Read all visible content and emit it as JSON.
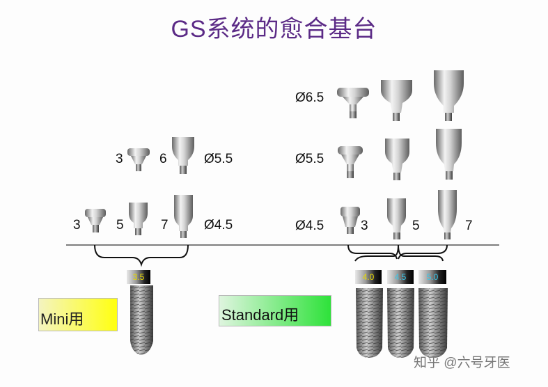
{
  "title": "GS系统的愈合基台",
  "mini": {
    "heights_row1": [
      "3",
      "6"
    ],
    "diameter_row1": "Ø5.5",
    "heights_row2": [
      "3",
      "5",
      "7"
    ],
    "diameter_row2": "Ø4.5",
    "platform": "3.5",
    "label": "Mini用"
  },
  "standard": {
    "diameters": [
      "Ø6.5",
      "Ø5.5",
      "Ø4.5"
    ],
    "heights": [
      "3",
      "5",
      "7"
    ],
    "platforms": [
      "4.0",
      "4.5",
      "5.0"
    ],
    "label": "Standard用"
  },
  "watermark": "知乎 @六号牙医",
  "colors": {
    "title": "#5b2a86",
    "mini_label_bg": "#ffff10",
    "standard_label_bg": "#2ee23a",
    "platform_text_yellow": "#e6d800",
    "platform_text_cyan": "#39c6e8"
  }
}
